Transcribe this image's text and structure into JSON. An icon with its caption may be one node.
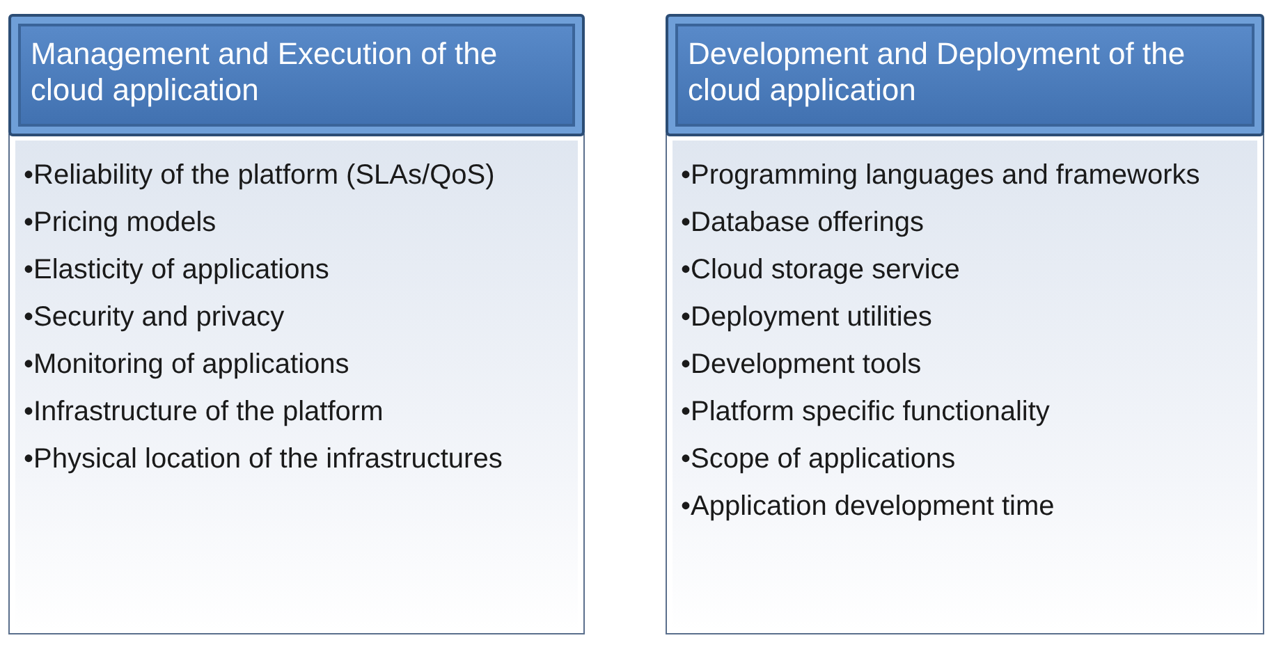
{
  "diagram": {
    "nodes": [
      {
        "text": [
          "Management and Execution of the cloud application"
        ]
      },
      {
        "text": [
          "•Reliability of the platform (SLAs/QoS)",
          "•Pricing models",
          "•Elasticity of applications",
          "•Security and privacy",
          "•Monitoring of applications",
          "•Infrastructure of the platform",
          "•Physical location of the infrastructures"
        ]
      },
      {
        "text": [
          "Development and Deployment of the cloud application"
        ]
      },
      {
        "text": [
          "•Programming languages and frameworks",
          "•Database offerings",
          "•Cloud storage service",
          "•Deployment utilities",
          "•Development tools",
          "•Platform specific functionality",
          "•Scope of applications",
          "•Application development time"
        ]
      }
    ]
  }
}
